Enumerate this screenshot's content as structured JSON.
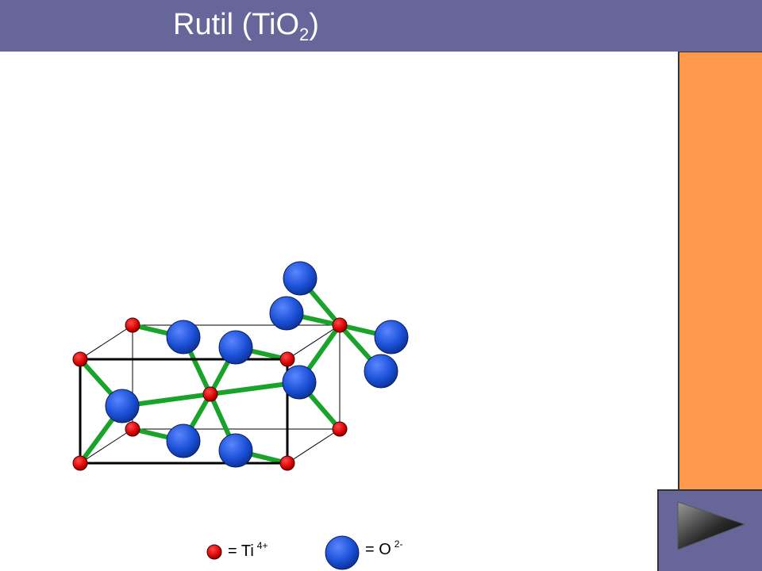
{
  "title": {
    "text": "Rutil (TiO",
    "subscript": "2",
    "close": ")"
  },
  "colors": {
    "header": "#66669a",
    "side_panel": "#ff9a4d",
    "ti_atom": "#dd0000",
    "o_atom": "#1a4fd6",
    "bond": "#1aa32a"
  },
  "legend": {
    "ti": {
      "label": "= Ti",
      "charge": "4+"
    },
    "o": {
      "label": "= O",
      "charge": "2-"
    }
  },
  "nav": {
    "icon": "next-arrow-icon"
  }
}
